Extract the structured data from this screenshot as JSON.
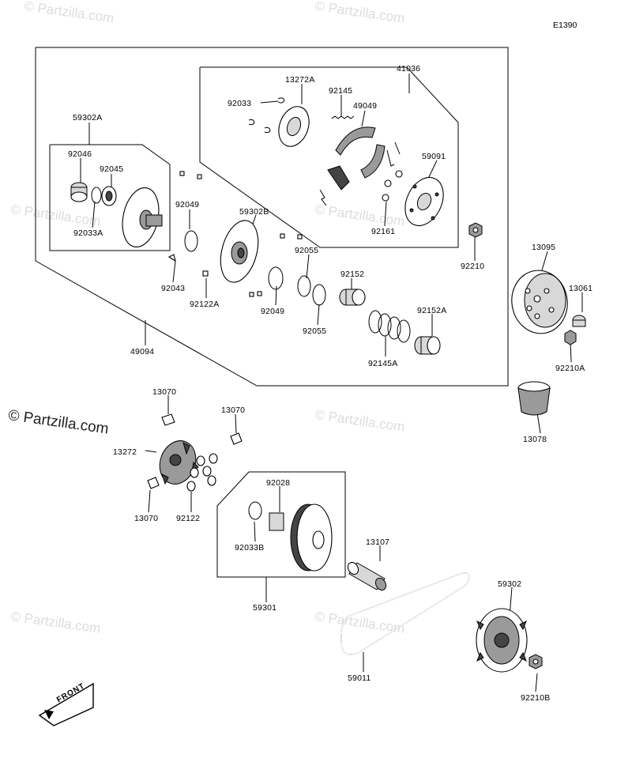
{
  "diagram_code": "E1390",
  "watermark": {
    "text": "© Partzilla.com",
    "logo_text": "© Partzilla.com"
  },
  "front_label": "FRONT",
  "parts": [
    {
      "id": "p41036",
      "label": "41036"
    },
    {
      "id": "p13272A",
      "label": "13272A"
    },
    {
      "id": "p92145",
      "label": "92145"
    },
    {
      "id": "p92033",
      "label": "92033"
    },
    {
      "id": "p49049",
      "label": "49049"
    },
    {
      "id": "p59091",
      "label": "59091"
    },
    {
      "id": "p92161",
      "label": "92161"
    },
    {
      "id": "p92210",
      "label": "92210"
    },
    {
      "id": "p59302A",
      "label": "59302A"
    },
    {
      "id": "p92046",
      "label": "92046"
    },
    {
      "id": "p92045",
      "label": "92045"
    },
    {
      "id": "p92033A",
      "label": "92033A"
    },
    {
      "id": "p92049a",
      "label": "92049"
    },
    {
      "id": "p59302B",
      "label": "59302B"
    },
    {
      "id": "p92055a",
      "label": "92055"
    },
    {
      "id": "p92152",
      "label": "92152"
    },
    {
      "id": "p92043",
      "label": "92043"
    },
    {
      "id": "p92122A",
      "label": "92122A"
    },
    {
      "id": "p92049b",
      "label": "92049"
    },
    {
      "id": "p92055b",
      "label": "92055"
    },
    {
      "id": "p92152A",
      "label": "92152A"
    },
    {
      "id": "p92145A",
      "label": "92145A"
    },
    {
      "id": "p49094",
      "label": "49094"
    },
    {
      "id": "p13095",
      "label": "13095"
    },
    {
      "id": "p13061",
      "label": "13061"
    },
    {
      "id": "p92210A",
      "label": "92210A"
    },
    {
      "id": "p13078",
      "label": "13078"
    },
    {
      "id": "p13070a",
      "label": "13070"
    },
    {
      "id": "p13070b",
      "label": "13070"
    },
    {
      "id": "p13272",
      "label": "13272"
    },
    {
      "id": "p13070c",
      "label": "13070"
    },
    {
      "id": "p92122",
      "label": "92122"
    },
    {
      "id": "p92028",
      "label": "92028"
    },
    {
      "id": "p92033B",
      "label": "92033B"
    },
    {
      "id": "p59301",
      "label": "59301"
    },
    {
      "id": "p13107",
      "label": "13107"
    },
    {
      "id": "p59011",
      "label": "59011"
    },
    {
      "id": "p59302",
      "label": "59302"
    },
    {
      "id": "p92210B",
      "label": "92210B"
    }
  ]
}
